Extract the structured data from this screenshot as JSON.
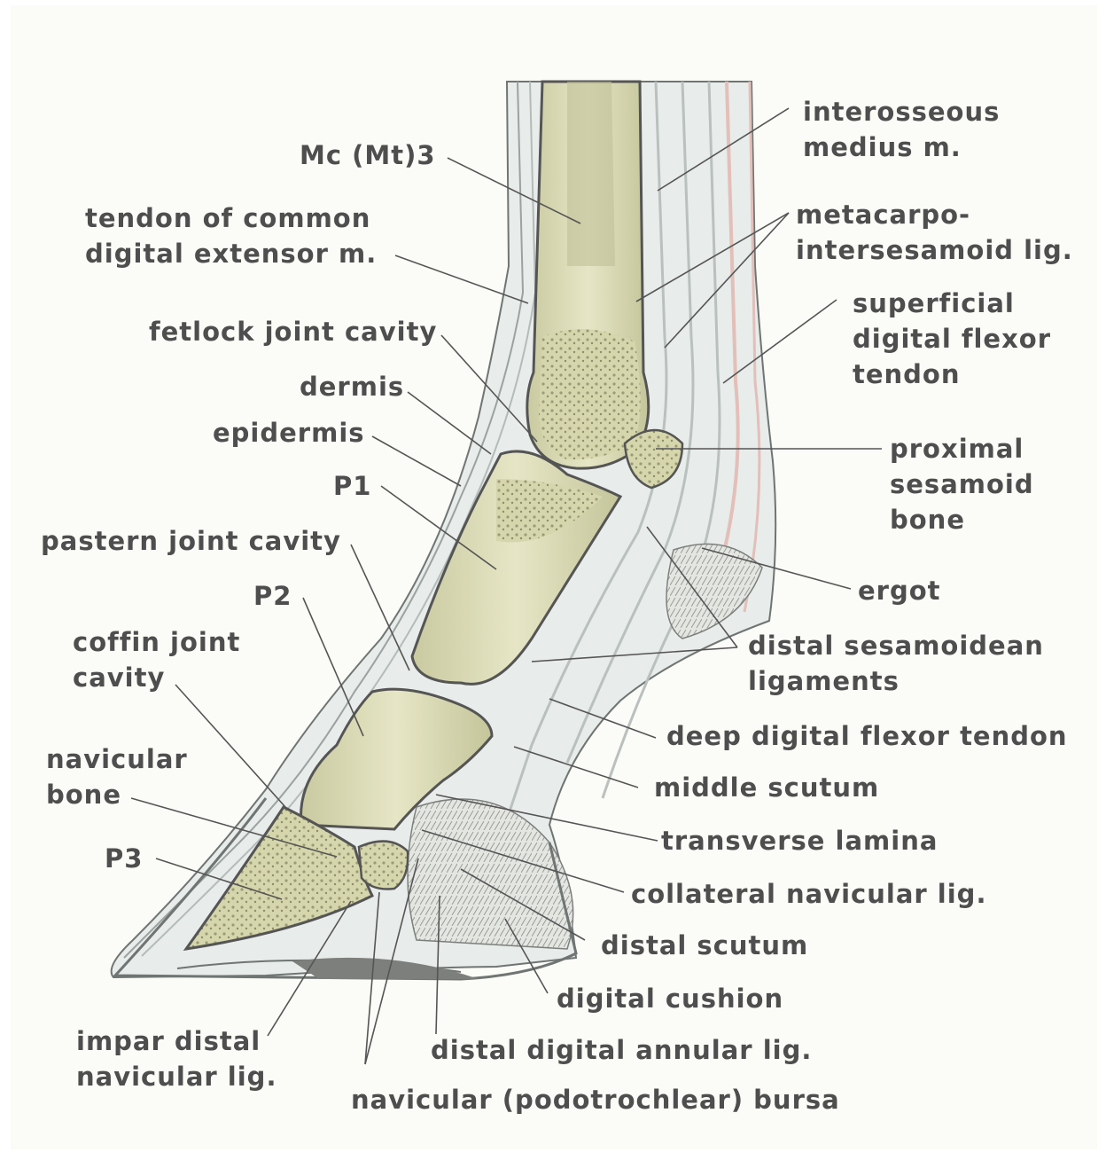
{
  "colors": {
    "label_text": "#4e4e4e",
    "bone_fill": "#d7d7ae",
    "bone_outline": "#555555",
    "soft_tissue": "#e6ebe9",
    "tendon_pink": "#e7c9c4",
    "leader_line": "#555555"
  },
  "labels": {
    "mc_mt3": "Mc (Mt)3",
    "interosseous_1": "interosseous",
    "interosseous_2": "medius m.",
    "common_ext_1": "tendon of common",
    "common_ext_2": "digital extensor m.",
    "metacarpo_1": "metacarpo-",
    "metacarpo_2": "intersesamoid lig.",
    "superficial_1": "superficial",
    "superficial_2": "digital flexor",
    "superficial_3": "tendon",
    "fetlock_cavity": "fetlock joint cavity",
    "dermis": "dermis",
    "epidermis": "epidermis",
    "proximal_1": "proximal",
    "proximal_2": "sesamoid",
    "proximal_3": "bone",
    "p1": "P1",
    "pastern_cavity": "pastern joint cavity",
    "ergot": "ergot",
    "p2": "P2",
    "coffin_1": "coffin joint",
    "coffin_2": "cavity",
    "distal_sesamoidean_1": "distal sesamoidean",
    "distal_sesamoidean_2": "ligaments",
    "deep_flexor": "deep digital flexor tendon",
    "navicular_bone_1": "navicular",
    "navicular_bone_2": "bone",
    "middle_scutum": "middle scutum",
    "transverse_lamina": "transverse lamina",
    "p3": "P3",
    "collateral_navicular": "collateral navicular lig.",
    "distal_scutum": "distal scutum",
    "digital_cushion": "digital cushion",
    "impar_1": "impar distal",
    "impar_2": "navicular lig.",
    "annular": "distal digital annular lig.",
    "bursa": "navicular (podotrochlear) bursa"
  }
}
